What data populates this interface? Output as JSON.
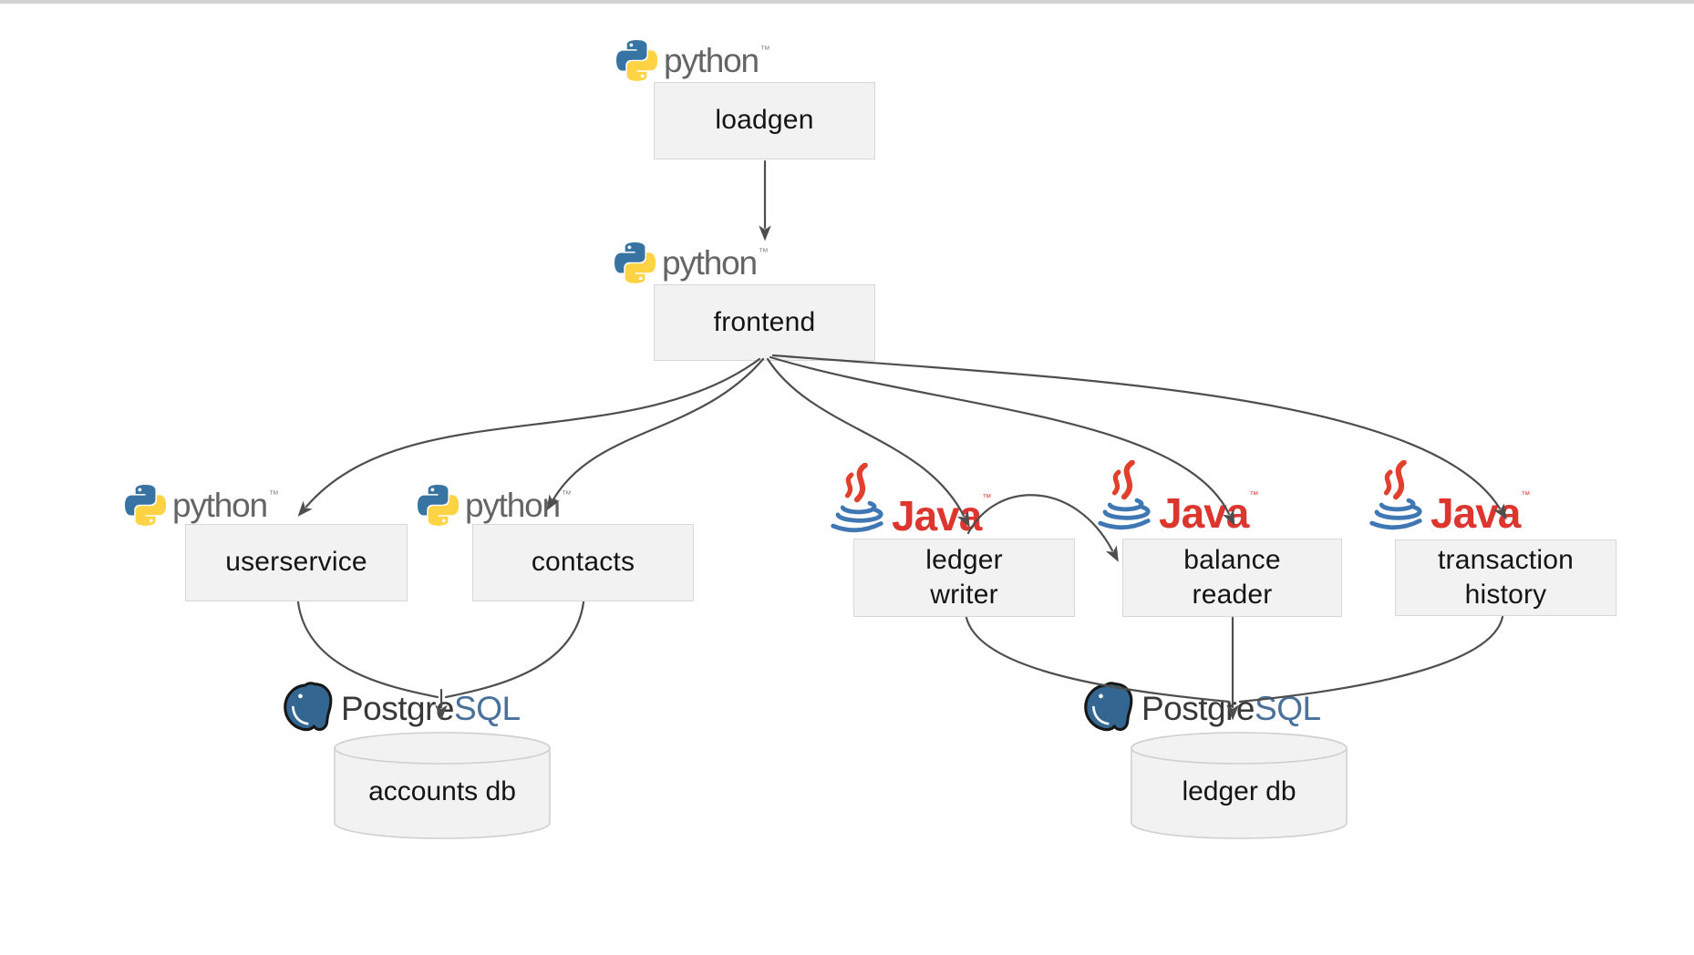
{
  "diagram": {
    "nodes": [
      {
        "id": "loadgen",
        "label": "loadgen",
        "runtime": "python"
      },
      {
        "id": "frontend",
        "label": "frontend",
        "runtime": "python"
      },
      {
        "id": "userservice",
        "label": "userservice",
        "runtime": "python"
      },
      {
        "id": "contacts",
        "label": "contacts",
        "runtime": "python"
      },
      {
        "id": "ledger-writer",
        "label": "ledger\nwriter",
        "runtime": "java"
      },
      {
        "id": "balance-reader",
        "label": "balance\nreader",
        "runtime": "java"
      },
      {
        "id": "transaction-history",
        "label": "transaction\nhistory",
        "runtime": "java"
      }
    ],
    "databases": [
      {
        "id": "accounts-db",
        "label": "accounts db",
        "engine": "postgresql"
      },
      {
        "id": "ledger-db",
        "label": "ledger db",
        "engine": "postgresql"
      }
    ],
    "edges": [
      {
        "from": "loadgen",
        "to": "frontend"
      },
      {
        "from": "frontend",
        "to": "userservice"
      },
      {
        "from": "frontend",
        "to": "contacts"
      },
      {
        "from": "frontend",
        "to": "ledger-writer"
      },
      {
        "from": "frontend",
        "to": "balance-reader"
      },
      {
        "from": "frontend",
        "to": "transaction-history"
      },
      {
        "from": "ledger-writer",
        "to": "balance-reader"
      },
      {
        "from": "userservice",
        "to": "accounts-db"
      },
      {
        "from": "contacts",
        "to": "accounts-db"
      },
      {
        "from": "ledger-writer",
        "to": "ledger-db"
      },
      {
        "from": "balance-reader",
        "to": "ledger-db"
      },
      {
        "from": "transaction-history",
        "to": "ledger-db"
      }
    ],
    "logos": {
      "python": {
        "wordmark": "python",
        "tm": "™"
      },
      "java": {
        "wordmark": "Java",
        "tm": "™"
      },
      "postgresql": {
        "wordmark_dark": "Postgre",
        "wordmark_blue": "SQL"
      }
    },
    "colors": {
      "box_fill": "#f2f2f2",
      "box_border": "#d7d7d7",
      "arrow": "#4e4e4e",
      "python_blue": "#3874a3",
      "python_yellow": "#ffd343",
      "python_wordmark_gray": "#646464",
      "java_red": "#dc362e",
      "java_blue": "#3f77b5",
      "postgres_elephant_blue": "#336791",
      "postgres_text_dark": "#383838",
      "postgres_text_blue": "#48719b",
      "top_bar": "#d2d2d2"
    }
  }
}
